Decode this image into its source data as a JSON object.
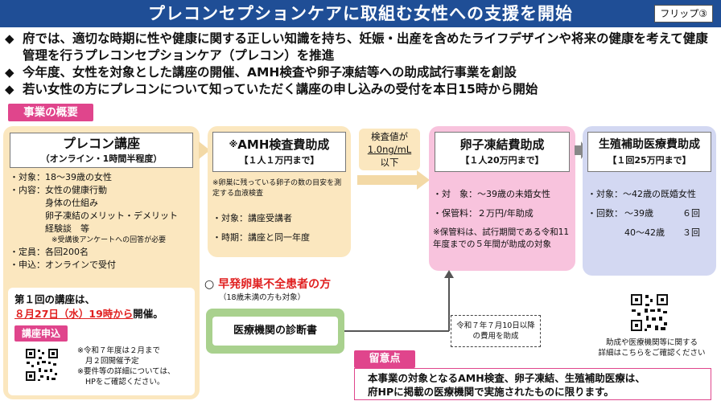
{
  "header": {
    "title": "プレコンセプションケアに取組む女性への支援を開始",
    "flip_label": "フリップ③"
  },
  "bullets": [
    "府では、適切な時期に性や健康に関する正しい知識を持ち、妊娠・出産を含めたライフデザインや将来の健康を考えて健康管理を行うプレコンセプションケア（プレコン）を推進",
    "今年度、女性を対象とした講座の開催、AMH検査や卵子凍結等への助成試行事業を創設",
    "若い女性の方にプレコンについて知っていただく講座の申し込みの受付を本日15時から開始"
  ],
  "bullet_marker": "◆",
  "overview_label": "事業の概要",
  "precon": {
    "title": "プレコン講座",
    "subtitle": "（オンライン・1時間半程度）",
    "target": "・対象：18～39歳の女性",
    "content_label": "・内容：",
    "content_items": [
      "女性の健康行動",
      "身体の仕組み",
      "卵子凍結のメリット・デメリット",
      "経験談　等"
    ],
    "content_note": "※受講後アンケートへの回答が必要",
    "capacity": "・定員：各回200名",
    "apply": "・申込：オンラインで受付",
    "first_prefix": "第１回の講座は、",
    "first_date": "８月27日（水）19時から",
    "first_suffix": "開催。",
    "apply_button": "講座申込",
    "notes": [
      "※令和７年度は２月まで",
      "月２回開催予定",
      "※要件等の詳細については、",
      "HPをご確認ください。"
    ]
  },
  "amh": {
    "mark": "※",
    "title": "AMH検査費助成",
    "amount": "【１人１万円まで】",
    "note": "※卵巣に残っている卵子の数の目安を測定する血液検査",
    "target": "・対象：講座受講者",
    "timing": "・時期：講座と同一年度"
  },
  "threshold": {
    "line1": "検査値が",
    "value": "1.0ng/mL",
    "line3": "以下"
  },
  "egg": {
    "title": "卵子凍結費助成",
    "amount": "【１人20万円まで】",
    "target": "・対　象：～39歳の未婚女性",
    "storage": "・保管料：２万円/年助成",
    "note": "※保管料は、試行期間である令和11年度までの５年間が助成の対象"
  },
  "art": {
    "title": "生殖補助医療費助成",
    "amount": "【１回25万円まで】",
    "target": "・対象：～42歳の既婚女性",
    "count_label": "・回数：",
    "count_rows": [
      {
        "age": "～39歳",
        "times": "６回"
      },
      {
        "age": "40～42歳",
        "times": "３回"
      }
    ]
  },
  "early": {
    "circle": "○",
    "title": "早発卵巣不全患者の方",
    "sub": "（18歳未満の方も対象）",
    "doc_box": "医療機関の診断書",
    "cost_note": "令和７年７月10日以降の費用を助成"
  },
  "qr_caption": [
    "助成や医療機関等に関する",
    "詳細はこちらをご確認ください"
  ],
  "caution": {
    "label": "留意点",
    "lines": [
      "本事業の対象となるAMH検査、卵子凍結、生殖補助医療は、",
      "府HPに掲載の医療機関で実施されたものに限ります。"
    ]
  },
  "colors": {
    "title_bar": "#1f4e96",
    "accent_pink": "#e0458c",
    "beige": "#fbe7bf",
    "pink_panel": "#f8c3dd",
    "lavender": "#d3d8f2",
    "green_border": "#8fc46a",
    "red_text": "#e02020"
  }
}
